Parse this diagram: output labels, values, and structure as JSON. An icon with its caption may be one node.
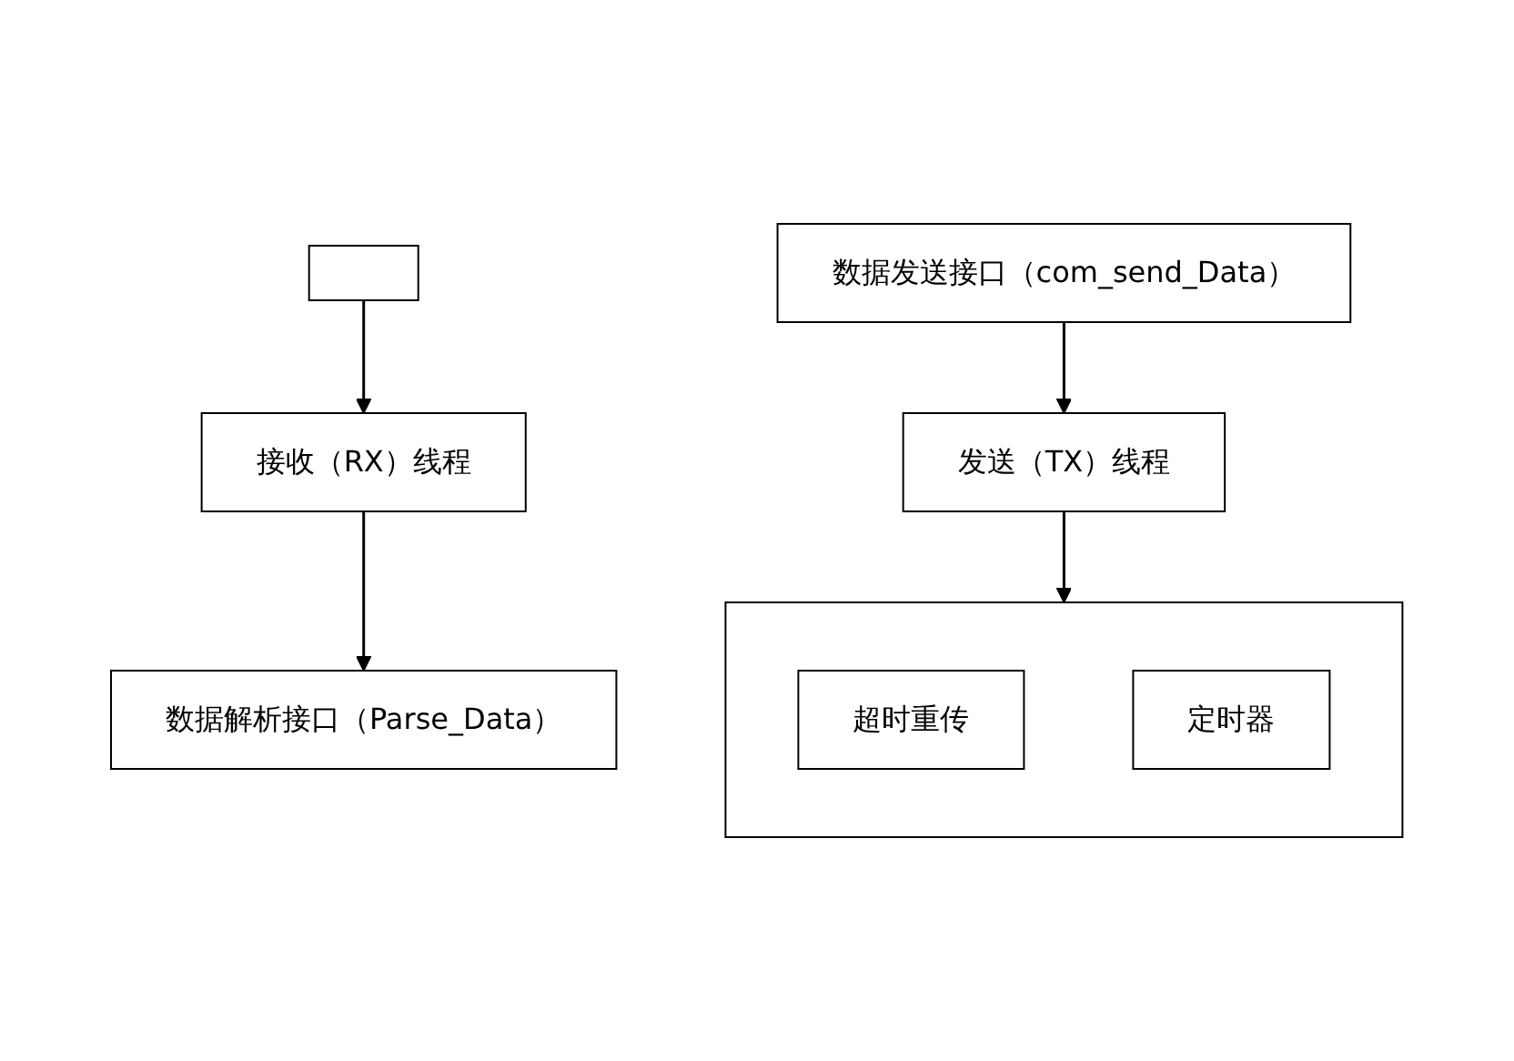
{
  "diagram": {
    "nodes": [
      {
        "text": [],
        "shape": "box"
      },
      {
        "text": [
          "超时重传"
        ],
        "in": 0
      },
      {
        "text": [
          "定时器"
        ],
        "in": 0
      },
      {
        "text": [],
        "shape": "box"
      },
      {
        "text": [
          "发送（TX）线程"
        ]
      },
      {
        "text": [
          "接收（RX）线程"
        ]
      },
      {
        "text": [
          "数据发送接口（com_send_Data）"
        ]
      },
      {
        "text": [
          "数据解析接口（Parse_Data）"
        ]
      }
    ],
    "edges": [
      {
        "from": 6,
        "to": 4,
        "arrow": "to"
      },
      {
        "from": 4,
        "to": 0,
        "arrow": "to"
      },
      {
        "from": 3,
        "to": 5,
        "arrow": "to"
      },
      {
        "from": 5,
        "to": 7,
        "arrow": "to"
      }
    ]
  }
}
